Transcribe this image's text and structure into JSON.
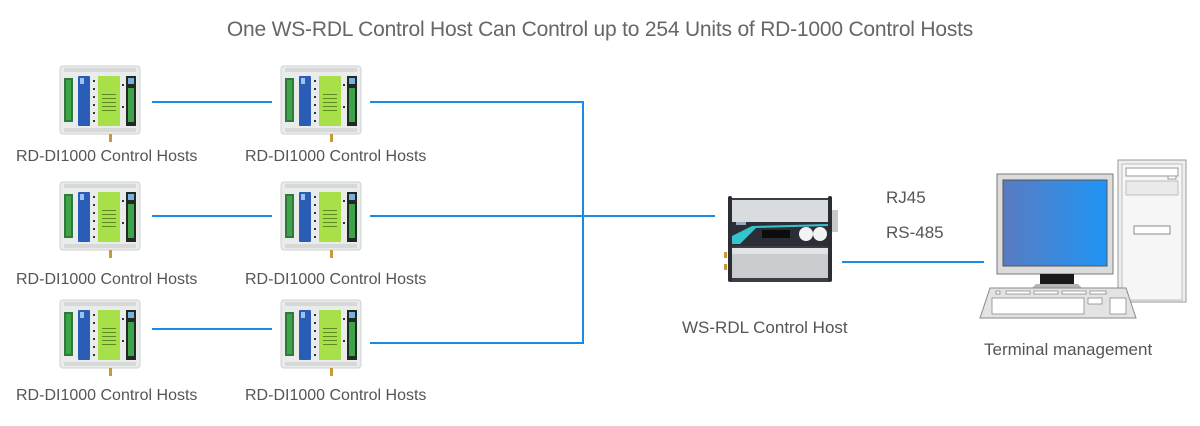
{
  "title": "One WS-RDL Control Host Can Control up to 254 Units of RD-1000 Control Hosts",
  "rd_units": [
    {
      "row": 1,
      "col": 1,
      "label_model": "RD-DI1000",
      "label_text": "Control Hosts"
    },
    {
      "row": 1,
      "col": 2,
      "label_model": "RD-DI1000",
      "label_text": "Control Hosts"
    },
    {
      "row": 2,
      "col": 1,
      "label_model": "RD-DI1000",
      "label_text": "Control Hosts"
    },
    {
      "row": 2,
      "col": 2,
      "label_model": "RD-DI1000",
      "label_text": "Control Hosts"
    },
    {
      "row": 3,
      "col": 1,
      "label_model": "RD-DI1000",
      "label_text": "Control Hosts"
    },
    {
      "row": 3,
      "col": 2,
      "label_model": "RD-DI1000",
      "label_text": "Control Hosts"
    }
  ],
  "control_host": {
    "label": "WS-RDL Control Host"
  },
  "connection": {
    "protocol_1": "RJ45",
    "protocol_2": "RS-485"
  },
  "terminal": {
    "label": "Terminal management"
  },
  "colors": {
    "wire": "#1b8ae6",
    "module_blue": "#2a5db5",
    "module_green": "#a8e04a",
    "screen_blue": "#2f8cf0"
  }
}
